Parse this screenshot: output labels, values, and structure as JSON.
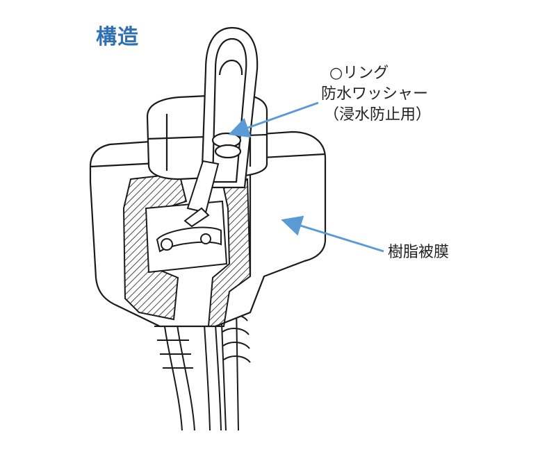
{
  "title": "構造",
  "labels": {
    "oring": "○リング",
    "washer": "防水ワッシャー",
    "purpose": "（浸水防止用）",
    "resin": "樹脂被膜"
  },
  "colors": {
    "title": "#2f6fb3",
    "arrow": "#5b9bd5",
    "line": "#1a1a1a"
  }
}
